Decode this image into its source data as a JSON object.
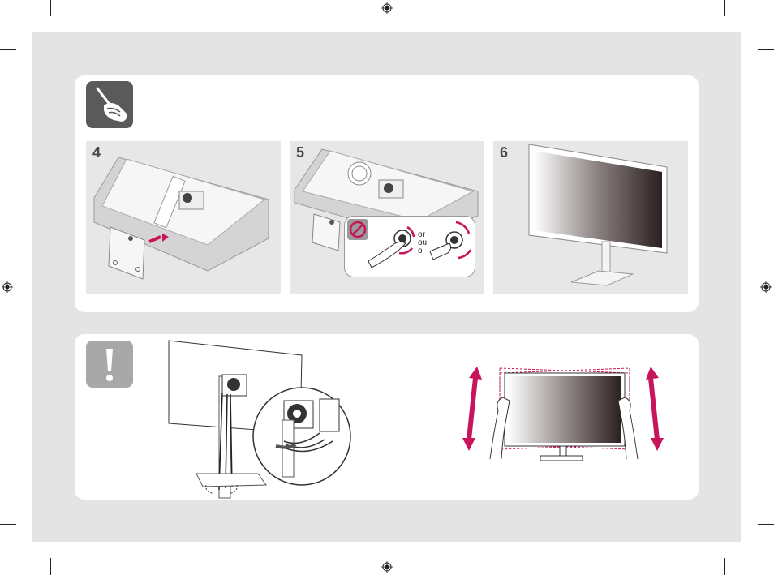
{
  "panels": [
    {
      "number": "4"
    },
    {
      "number": "5"
    },
    {
      "number": "6"
    }
  ],
  "step5_or_label": [
    "or",
    "ou",
    "o"
  ],
  "icons": {
    "tools": "screwdriver-hand-icon",
    "caution": "exclamation-icon"
  },
  "colors": {
    "accent": "#c8145a",
    "icon_bg": "#5a5a5a",
    "caution_bg": "#a8a8a8",
    "page_bg": "#e4e4e4"
  }
}
